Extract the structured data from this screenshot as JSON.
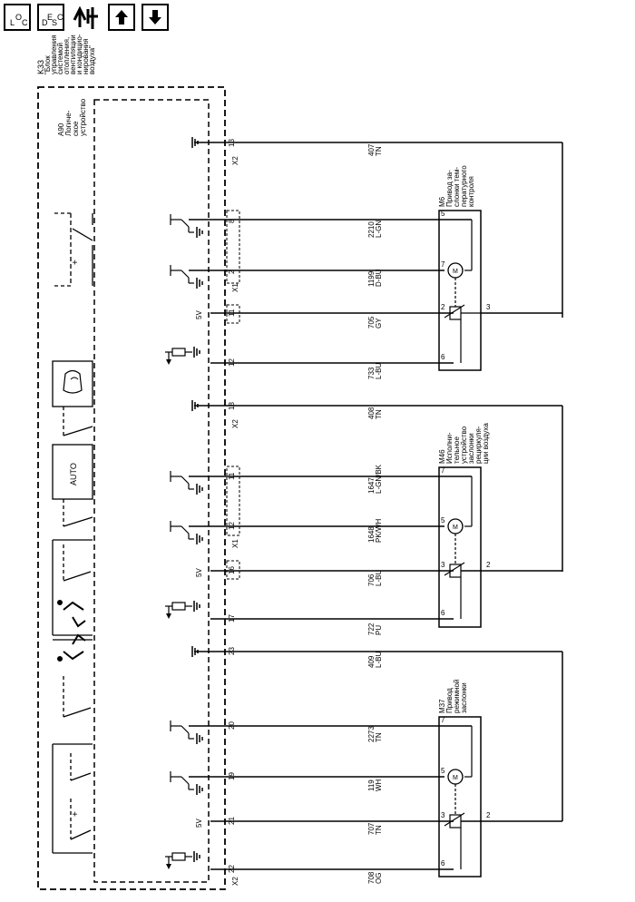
{
  "toolbar": {
    "loc": {
      "main": "L",
      "sub_o": "O",
      "sub_c": "C"
    },
    "desc": {
      "main": "D",
      "sub_e": "E",
      "s": "S",
      "sub_c": "C"
    }
  },
  "module": {
    "ref": "K33",
    "name_lines": [
      "\"Блок",
      "управления",
      "системой",
      "отопления,",
      "вентиляции",
      "и кондицио-",
      "нирования",
      "воздуха\""
    ]
  },
  "logic": {
    "ref": "A90",
    "name_lines": [
      "Логиче-",
      "ское",
      "устройство"
    ]
  },
  "supply": "5V",
  "connectors": [
    "X1",
    "X2"
  ],
  "pins": [
    "13",
    "8",
    "2",
    "11",
    "12",
    "18",
    "11",
    "12",
    "16",
    "17",
    "23",
    "20",
    "19",
    "21",
    "22"
  ],
  "wires": [
    {
      "num": "407",
      "color": "TN"
    },
    {
      "num": "2210",
      "color": "L-GN"
    },
    {
      "num": "1199",
      "color": "D-BU"
    },
    {
      "num": "705",
      "color": "GY"
    },
    {
      "num": "733",
      "color": "L-BU"
    },
    {
      "num": "408",
      "color": "TN"
    },
    {
      "num": "1647",
      "color": "L-GN/BK"
    },
    {
      "num": "1648",
      "color": "PK/WH"
    },
    {
      "num": "706",
      "color": "L-BU"
    },
    {
      "num": "722",
      "color": "PU"
    },
    {
      "num": "409",
      "color": "L-BU"
    },
    {
      "num": "2273",
      "color": "TN"
    },
    {
      "num": "119",
      "color": "WH"
    },
    {
      "num": "707",
      "color": "TN"
    },
    {
      "num": "708",
      "color": "OG"
    }
  ],
  "actuators": [
    {
      "ref": "M6",
      "name_lines": [
        "Привод за-",
        "слонки тем-",
        "пературного",
        "контроля"
      ],
      "pins": [
        "5",
        "7",
        "2",
        "6",
        "3"
      ]
    },
    {
      "ref": "M46",
      "name_lines": [
        "Исполни-",
        "тельное",
        "устройство",
        "заслонки",
        "рециркуля-",
        "ции воздуха"
      ],
      "pins": [
        "7",
        "5",
        "3",
        "6",
        "2"
      ]
    },
    {
      "ref": "M37",
      "name_lines": [
        "Привод",
        "режимной",
        "заслонки"
      ],
      "pins": [
        "7",
        "5",
        "3",
        "6",
        "2"
      ]
    }
  ],
  "switch_labels": {
    "auto": "AUTO",
    "plus_a": "+",
    "plus_b": "+"
  },
  "motor_symbol": "M"
}
